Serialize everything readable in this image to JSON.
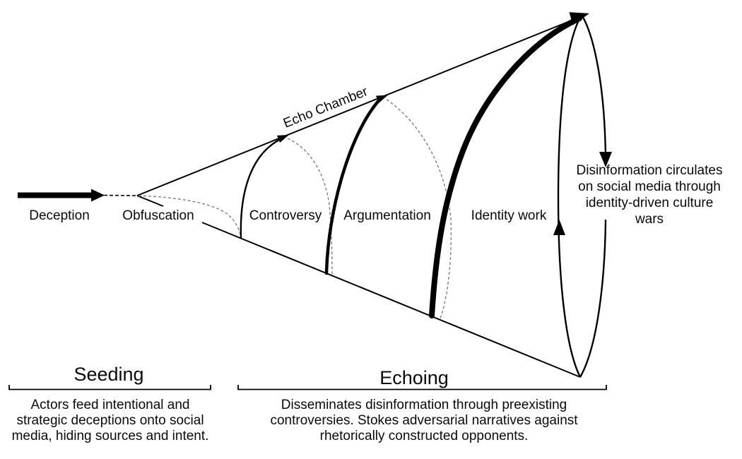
{
  "colors": {
    "background": "#ffffff",
    "line": "#000000",
    "hidden_arc_dashed": "#7f7f7f",
    "text": "#0a0a0a"
  },
  "funnel": {
    "input_label": "Deception",
    "apex_label": "Obfuscation",
    "spiral_label": "Echo Chamber",
    "stages": [
      "Controversy",
      "Argumentation",
      "Identity work"
    ],
    "outcome": {
      "lines": [
        "Disinformation circulates",
        "on social media through",
        "identity-driven culture",
        "wars"
      ]
    }
  },
  "phases": [
    {
      "name": "Seeding",
      "description_lines": [
        "Actors feed intentional and",
        "strategic deceptions onto social",
        "media, hiding sources and intent."
      ]
    },
    {
      "name": "Echoing",
      "description_lines": [
        "Disseminates disinformation through preexisting",
        "controversies. Stokes adversarial narratives against",
        "rhetorically constructed opponents."
      ]
    }
  ]
}
